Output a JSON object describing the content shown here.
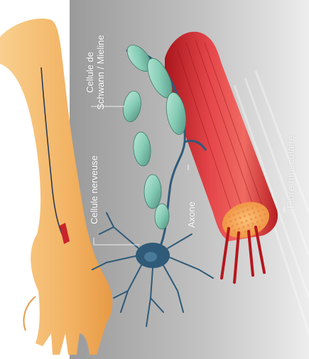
{
  "labels": {
    "nerve_cell": "Cellule nerveuse",
    "schwann_cell": "Cellule de\nSchwann / Mieline",
    "axon": "Axone",
    "muscle_fibre": "Fibre musculaire"
  },
  "colors": {
    "background_gray": "#a8a8a8",
    "skin": "#f3b96f",
    "myelin": "#7fc5b0",
    "neuron": "#2f5a78",
    "muscle": "#d8373a",
    "muscle_core": "#f5a25a"
  }
}
